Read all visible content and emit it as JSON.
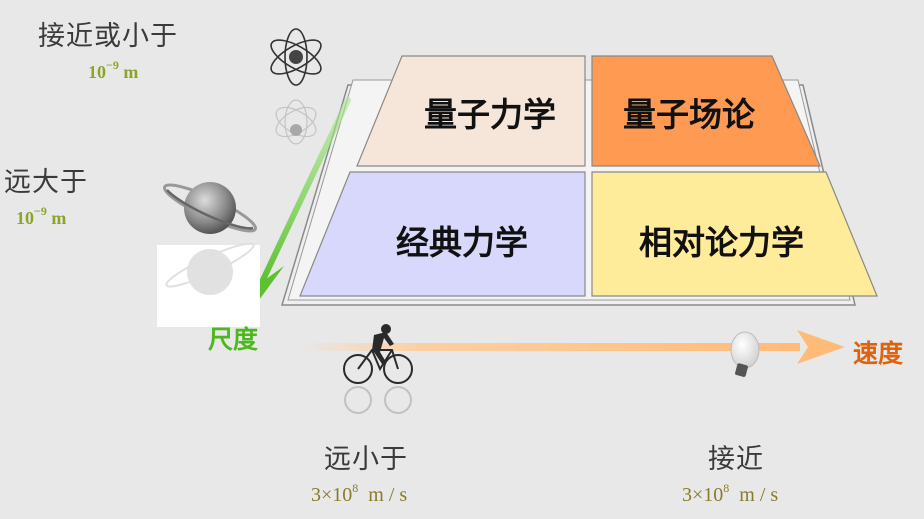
{
  "diagram": {
    "type": "2x2 matrix of mechanics domains by scale and speed",
    "quadrants": [
      {
        "id": "top-left",
        "label": "量子力学",
        "color": "#f6e6da"
      },
      {
        "id": "top-right",
        "label": "量子场论",
        "color": "#ff9a52"
      },
      {
        "id": "bottom-left",
        "label": "经典力学",
        "color": "#d8d8fc"
      },
      {
        "id": "bottom-right",
        "label": "相对论力学",
        "color": "#ffec9a"
      }
    ],
    "axes": {
      "size": {
        "label": "尺度",
        "color": "#4cb81e"
      },
      "speed": {
        "label": "速度",
        "color": "#e0620e"
      }
    },
    "size_labels": {
      "small": {
        "text": "接近或小于",
        "unit_base": "10",
        "unit_exp": "−9",
        "unit_suffix": " m"
      },
      "large": {
        "text": "远大于",
        "unit_base": "10",
        "unit_exp": "−9",
        "unit_suffix": " m"
      }
    },
    "speed_labels": {
      "slow": {
        "text": "远小于",
        "unit_base": "3×10",
        "unit_exp": "8",
        "unit_suffix": "  m / s"
      },
      "fast": {
        "text": "接近",
        "unit_base": "3×10",
        "unit_exp": "8",
        "unit_suffix": "  m / s"
      }
    },
    "icons": {
      "atom": "atom-icon",
      "planet": "saturn-icon",
      "bicycle": "cyclist-icon",
      "bulb": "light-bulb-icon"
    }
  }
}
